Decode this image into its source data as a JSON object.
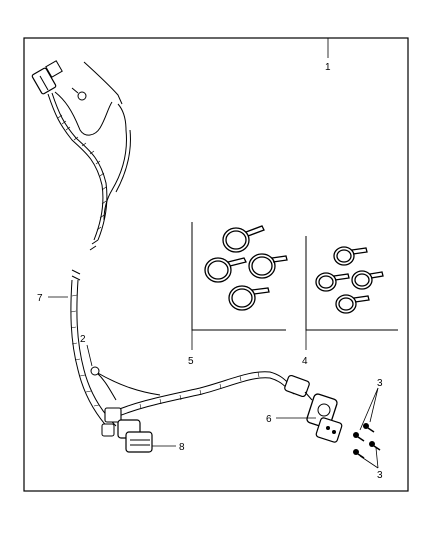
{
  "callouts": {
    "c1": "1",
    "c2": "2",
    "c3a": "3",
    "c3b": "3",
    "c4": "4",
    "c5": "5",
    "c6": "6",
    "c7": "7",
    "c8": "8"
  },
  "colors": {
    "ink": "#000000",
    "paper": "#ffffff"
  }
}
